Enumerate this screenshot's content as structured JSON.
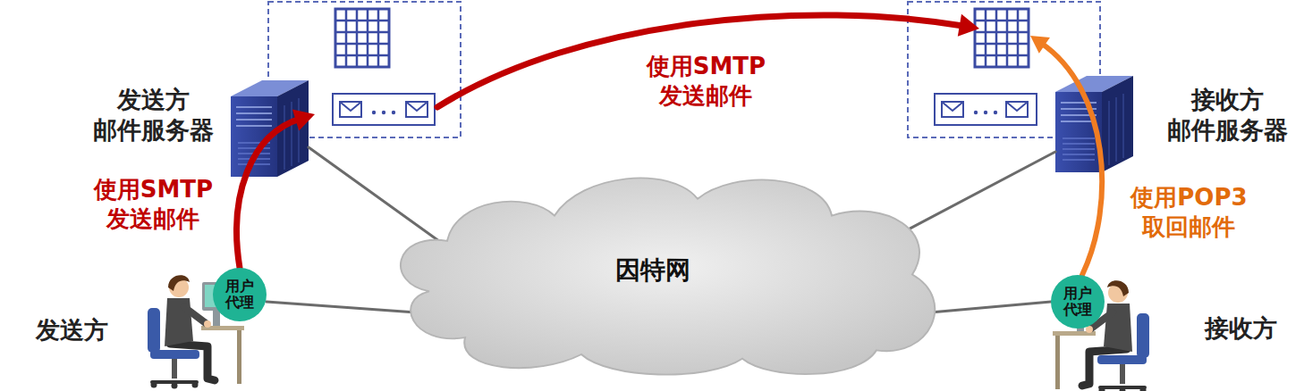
{
  "diagram": {
    "nodes": [
      {
        "text": [
          "发送方 邮件服务器"
        ]
      },
      {
        "text": [
          "接收方 邮件服务器"
        ]
      },
      {
        "text": [
          "因特网"
        ]
      },
      {
        "text": [
          "用户代理"
        ]
      },
      {
        "text": [
          "用户代理"
        ]
      }
    ],
    "edges": [
      {
        "from": 3,
        "to": 0,
        "arrow": "to",
        "label": "使用SMTP 发送邮件"
      },
      {
        "from": 0,
        "to": 1,
        "arrow": "to",
        "label": "使用SMTP 发送邮件"
      },
      {
        "from": 4,
        "to": 1,
        "arrow": "to",
        "label": "使用POP3 取回邮件"
      },
      {
        "from": 0,
        "to": 2,
        "arrow": "none"
      },
      {
        "from": 1,
        "to": 2,
        "arrow": "none"
      },
      {
        "from": 3,
        "to": 2,
        "arrow": "none"
      },
      {
        "from": 4,
        "to": 2,
        "arrow": "none"
      }
    ],
    "labels": [
      "发送方",
      "接收方"
    ]
  }
}
